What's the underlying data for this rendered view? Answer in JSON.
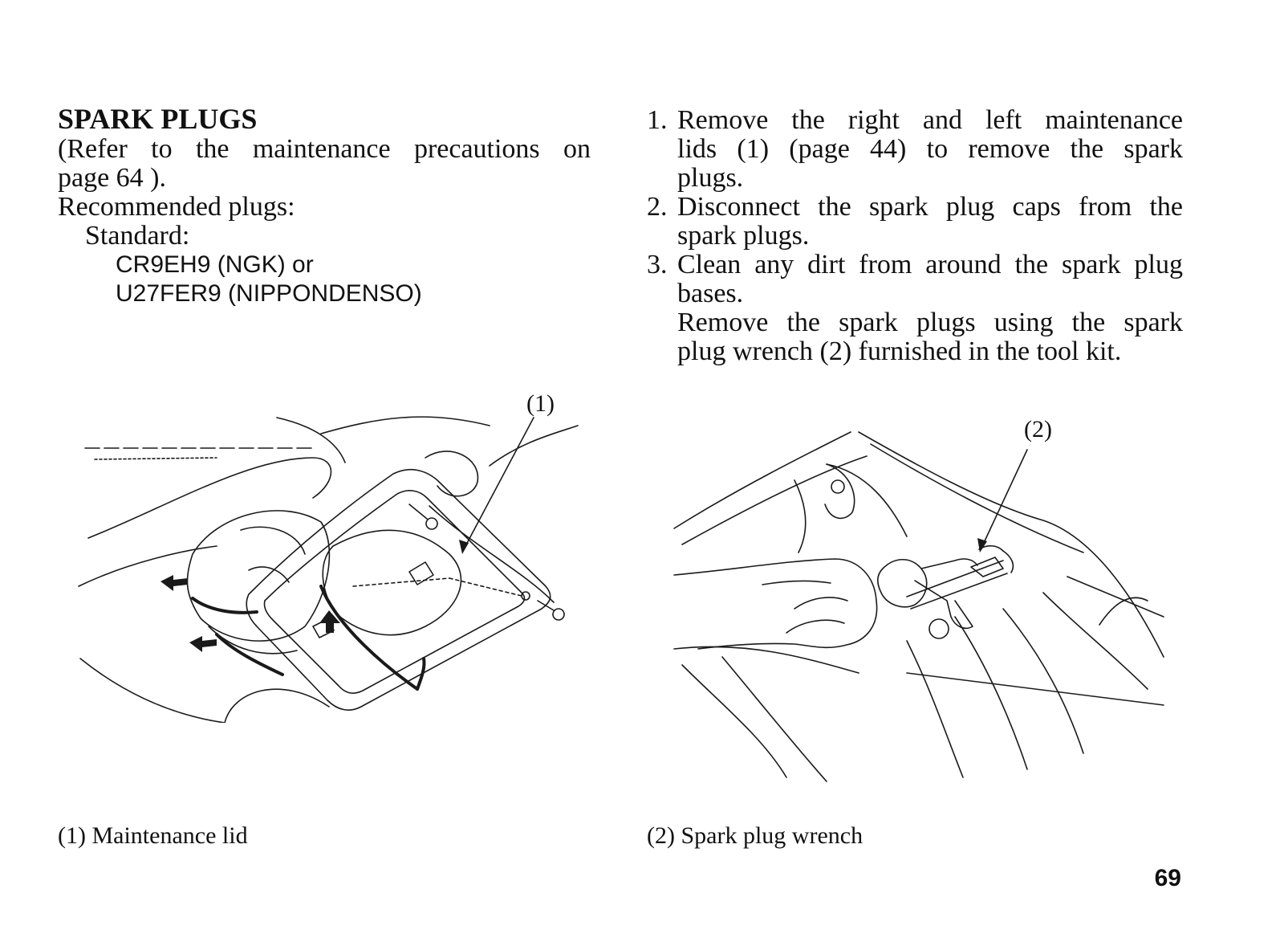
{
  "section": {
    "title": "SPARK PLUGS",
    "precaution_line1": "(Refer to the maintenance precautions on",
    "precaution_line2": "page 64 ).",
    "recommended_label": "Recommended plugs:",
    "standard_label": "Standard:",
    "plug_ngk": "CR9EH9 (NGK) or",
    "plug_nd": "U27FER9 (NIPPONDENSO)"
  },
  "steps": [
    {
      "number": "1.",
      "lines": [
        "Remove the right and left maintenance",
        "lids (1) (page 44) to remove the spark",
        "plugs."
      ]
    },
    {
      "number": "2.",
      "lines": [
        "Disconnect the spark plug caps from the",
        "spark plugs."
      ]
    },
    {
      "number": "3.",
      "lines": [
        "Clean any dirt from around the spark plug",
        "bases.",
        "Remove the spark plugs using the spark",
        "plug wrench (2) furnished in the tool kit."
      ]
    }
  ],
  "figures": {
    "left": {
      "callout": "(1)",
      "caption": "(1)  Maintenance lid",
      "icon": "maintenance-lid-illustration"
    },
    "right": {
      "callout": "(2)",
      "caption": "(2)  Spark plug wrench",
      "icon": "spark-plug-wrench-illustration"
    }
  },
  "page_number": "69"
}
